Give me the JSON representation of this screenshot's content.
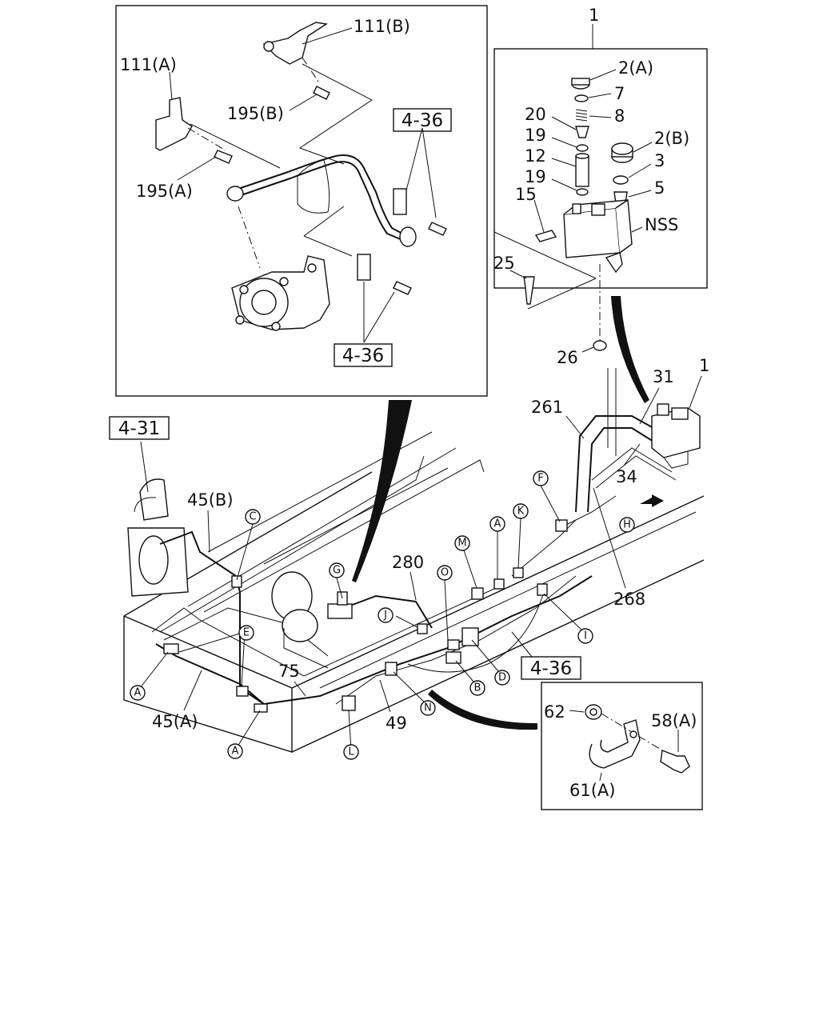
{
  "labels": {
    "l_111b": "111(B)",
    "l_111a": "111(A)",
    "l_195b": "195(B)",
    "l_195a": "195(A)",
    "l_1_top": "1",
    "l_2a": "2(A)",
    "l_7": "7",
    "l_20": "20",
    "l_8": "8",
    "l_19a": "19",
    "l_2b": "2(B)",
    "l_12": "12",
    "l_3": "3",
    "l_19b": "19",
    "l_5": "5",
    "l_15": "15",
    "l_nss": "NSS",
    "l_25": "25",
    "l_26": "26",
    "l_261": "261",
    "l_31": "31",
    "l_1_right": "1",
    "l_34": "34",
    "l_45b": "45(B)",
    "l_280": "280",
    "l_268": "268",
    "l_75": "75",
    "l_45a": "45(A)",
    "l_49": "49",
    "l_62": "62",
    "l_58a": "58(A)",
    "l_61a": "61(A)"
  },
  "refs": {
    "r_436_a": "4-36",
    "r_436_b": "4-36",
    "r_431": "4-31",
    "r_436_c": "4-36"
  },
  "callouts": {
    "c_C": "C",
    "c_F": "F",
    "c_K": "K",
    "c_A1": "A",
    "c_M": "M",
    "c_H": "H",
    "c_G": "G",
    "c_O": "O",
    "c_J": "J",
    "c_E": "E",
    "c_I": "I",
    "c_D": "D",
    "c_B": "B",
    "c_N": "N",
    "c_A2": "A",
    "c_A3": "A",
    "c_L": "L"
  }
}
